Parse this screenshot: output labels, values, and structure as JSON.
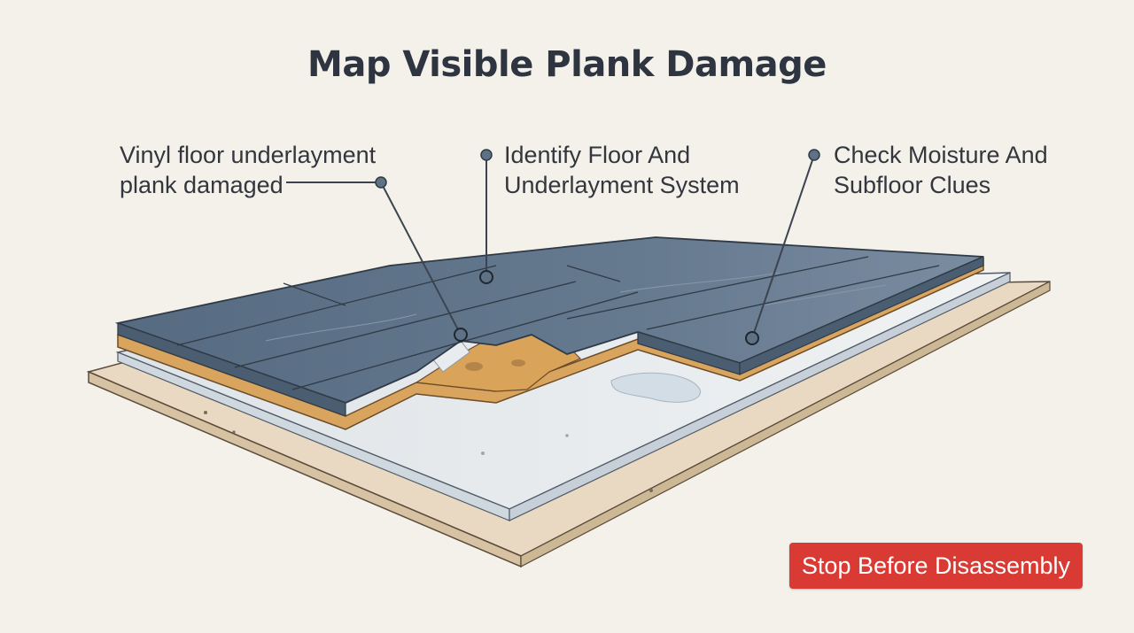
{
  "title": "Map Visible Plank Damage",
  "callouts": [
    {
      "lines": [
        "Vinyl floor underlayment",
        "plank damaged"
      ]
    },
    {
      "lines": [
        "Identify Floor And",
        "Underlayment System"
      ]
    },
    {
      "lines": [
        "Check Moisture And",
        "Subfloor Clues"
      ]
    }
  ],
  "action_button": {
    "label": "Stop Before Disassembly",
    "color": "#d93a33"
  },
  "colors": {
    "plank": "#5d7288",
    "underlayment": "#d6a25c",
    "vapor_barrier": "#dfe5ea",
    "subfloor": "#e8d7bf",
    "leader": "#3b4450"
  }
}
